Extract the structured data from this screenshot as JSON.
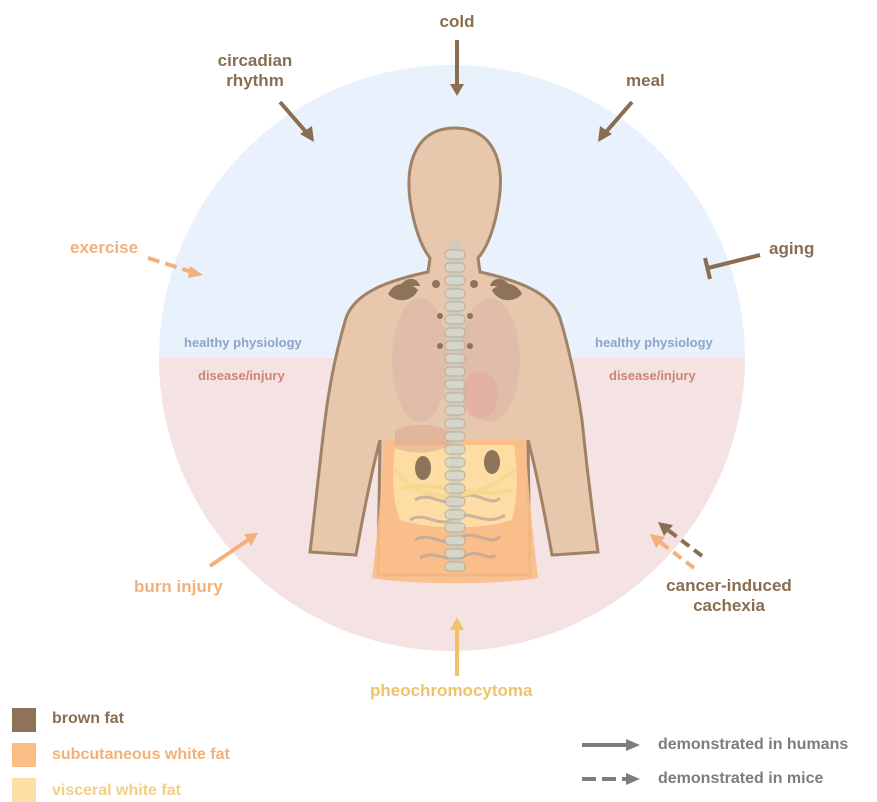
{
  "stimuli": {
    "cold": "cold",
    "circadian_line1": "circadian",
    "circadian_line2": "rhythm",
    "meal": "meal",
    "exercise": "exercise",
    "aging": "aging",
    "burn_injury": "burn injury",
    "cachexia_line1": "cancer-induced",
    "cachexia_line2": "cachexia",
    "pheochromocytoma": "pheochromocytoma"
  },
  "zones": {
    "healthy_left": "healthy physiology",
    "healthy_right": "healthy physiology",
    "disease_left": "disease/injury",
    "disease_right": "disease/injury"
  },
  "legend": {
    "fat_types": [
      {
        "label": "brown fat",
        "color": "#8c735a"
      },
      {
        "label": "subcutaneous white fat",
        "color": "#fbbd85"
      },
      {
        "label": "visceral white fat",
        "color": "#fde0a6"
      }
    ],
    "evidence": [
      {
        "label": "demonstrated in humans",
        "style": "solid"
      },
      {
        "label": "demonstrated in mice",
        "style": "dashed"
      }
    ]
  },
  "colors": {
    "healthy_zone": "#e8f1fc",
    "disease_zone": "#f5e2e3",
    "brown": "#8a6e52",
    "orange": "#f2b07a",
    "yellow": "#f0c36a",
    "skin": "#e8c8ad",
    "grey": "#7d7d7d"
  }
}
